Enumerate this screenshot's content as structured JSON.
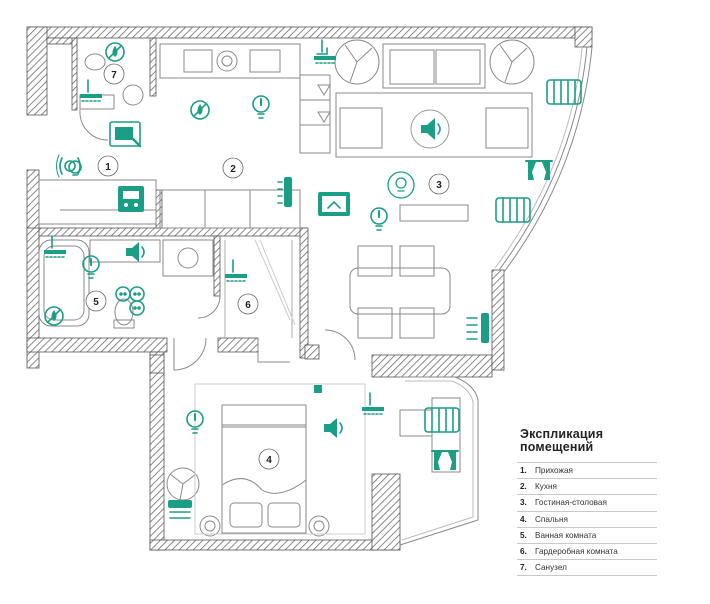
{
  "legend": {
    "title_line1": "Экспликация",
    "title_line2": "помещений",
    "items": [
      {
        "number": "1.",
        "label": "Прихожая"
      },
      {
        "number": "2.",
        "label": "Кухня"
      },
      {
        "number": "3.",
        "label": "Гостиная-столовая"
      },
      {
        "number": "4.",
        "label": "Спальня"
      },
      {
        "number": "5.",
        "label": "Ванная комната"
      },
      {
        "number": "6.",
        "label": "Гардеробная комната"
      },
      {
        "number": "7.",
        "label": "Санузел"
      }
    ]
  },
  "room_markers": [
    "1",
    "2",
    "3",
    "4",
    "5",
    "6",
    "7"
  ],
  "colors": {
    "accent": "#1a9e86",
    "wall_hatch": "#6a6a6a",
    "furniture_line": "#8a8a8a",
    "text": "#222222"
  },
  "icons": [
    "floor-heating-icon",
    "ceiling-lamp-icon",
    "speaker-icon",
    "radiator-icon",
    "curtain-icon",
    "thermostat-icon",
    "touch-panel-icon",
    "water-leak-sensor-icon",
    "motion-sensor-icon",
    "outlet-icon",
    "dimmer-lamp-icon"
  ]
}
